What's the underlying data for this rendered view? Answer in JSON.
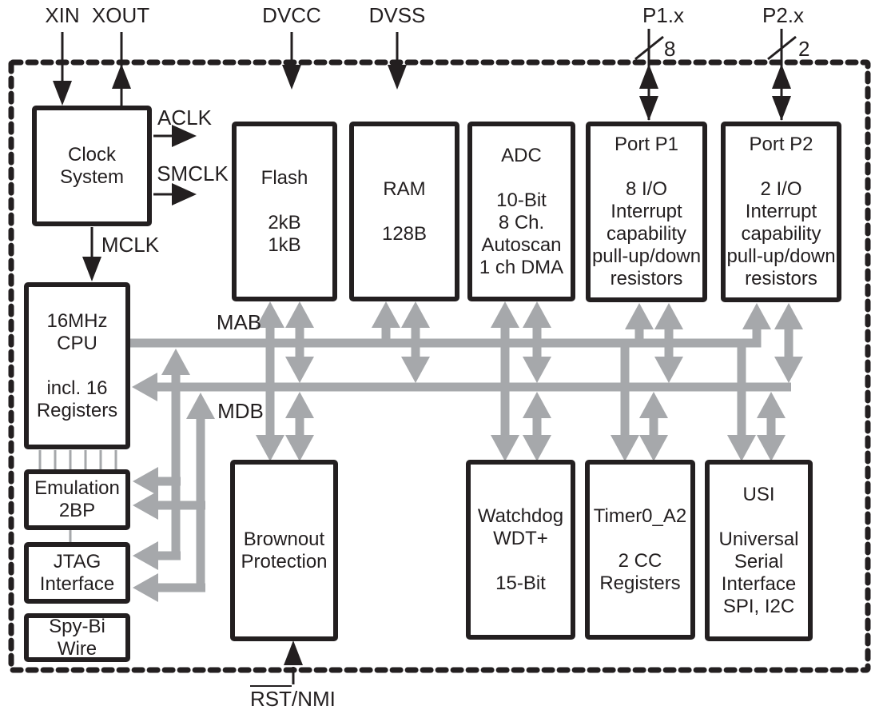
{
  "pins": {
    "xin": "XIN",
    "xout": "XOUT",
    "dvcc": "DVCC",
    "dvss": "DVSS",
    "p1": {
      "label": "P1.x",
      "width": "8"
    },
    "p2": {
      "label": "P2.x",
      "width": "2"
    },
    "rst": "RST",
    "nmi": "/NMI"
  },
  "clock_signals": {
    "aclk": "ACLK",
    "smclk": "SMCLK",
    "mclk": "MCLK"
  },
  "bus_labels": {
    "mab": "MAB",
    "mdb": "MDB"
  },
  "blocks": {
    "clock": {
      "lines": [
        "Clock",
        "System"
      ]
    },
    "cpu": {
      "lines": [
        "16MHz",
        "CPU",
        "",
        "incl. 16",
        "Registers"
      ]
    },
    "emulation": {
      "lines": [
        "Emulation",
        "2BP"
      ]
    },
    "jtag": {
      "lines": [
        "JTAG",
        "Interface"
      ]
    },
    "spybiwire": {
      "lines": [
        "Spy-Bi",
        "Wire"
      ]
    },
    "flash": {
      "lines": [
        "Flash",
        "",
        "2kB",
        "1kB"
      ]
    },
    "ram": {
      "lines": [
        "RAM",
        "",
        "128B"
      ]
    },
    "adc": {
      "lines": [
        "ADC",
        "",
        "10-Bit",
        "8 Ch.",
        "Autoscan",
        "1 ch DMA"
      ]
    },
    "port_p1": {
      "lines": [
        "Port P1",
        "",
        "8 I/O",
        "Interrupt",
        "capability",
        "pull-up/down",
        "resistors"
      ]
    },
    "port_p2": {
      "lines": [
        "Port P2",
        "",
        "2 I/O",
        "Interrupt",
        "capability",
        "pull-up/down",
        "resistors"
      ]
    },
    "brownout": {
      "lines": [
        "Brownout",
        "Protection"
      ]
    },
    "watchdog": {
      "lines": [
        "Watchdog",
        "WDT+",
        "",
        "15-Bit"
      ]
    },
    "timer": {
      "lines": [
        "Timer0_A2",
        "",
        "2 CC",
        "Registers"
      ]
    },
    "usi": {
      "lines": [
        "USI",
        "",
        "Universal",
        "Serial",
        "Interface",
        "SPI, I2C"
      ]
    }
  },
  "colors": {
    "ink": "#231f20",
    "bus_gray": "#a6a8ab",
    "background": "#ffffff"
  }
}
